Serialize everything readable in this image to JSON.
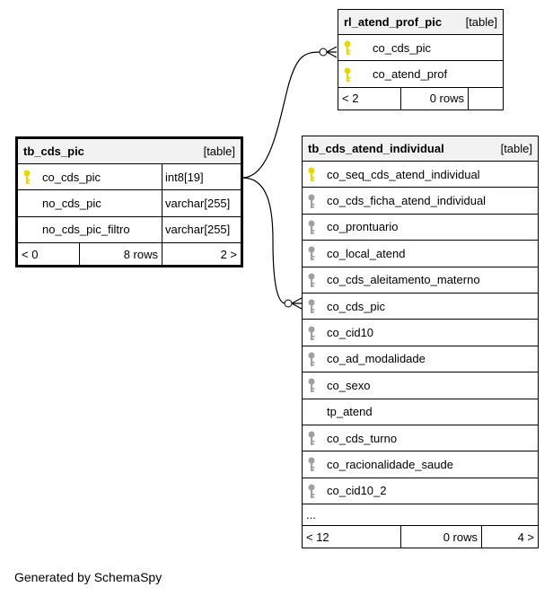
{
  "tables": {
    "rl": {
      "name": "rl_atend_prof_pic",
      "kind": "[table]",
      "columns": [
        "co_cds_pic",
        "co_atend_prof"
      ],
      "footer": [
        "< 2",
        "0 rows",
        ""
      ]
    },
    "pic": {
      "name": "tb_cds_pic",
      "kind": "[table]",
      "columns": [
        {
          "name": "co_cds_pic",
          "type": "int8[19]"
        },
        {
          "name": "no_cds_pic",
          "type": "varchar[255]"
        },
        {
          "name": "no_cds_pic_filtro",
          "type": "varchar[255]"
        }
      ],
      "footer": [
        "< 0",
        "8 rows",
        "2 >"
      ]
    },
    "ind": {
      "name": "tb_cds_atend_individual",
      "kind": "[table]",
      "columns": [
        "co_seq_cds_atend_individual",
        "co_cds_ficha_atend_individual",
        "co_prontuario",
        "co_local_atend",
        "co_cds_aleitamento_materno",
        "co_cds_pic",
        "co_cid10",
        "co_ad_modalidade",
        "co_sexo",
        "tp_atend",
        "co_cds_turno",
        "co_racionalidade_saude",
        "co_cid10_2"
      ],
      "ellipsis": "...",
      "footer": [
        "< 12",
        "0 rows",
        "4 >"
      ]
    }
  },
  "key_colors": {
    "primary": "#e8d800",
    "foreign": "#a0a0a0"
  },
  "footer_note": "Generated by SchemaSpy"
}
